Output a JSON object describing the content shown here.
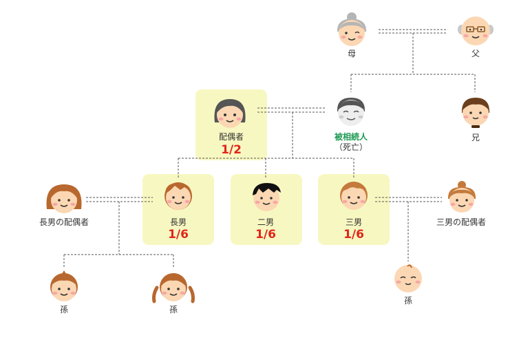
{
  "people": {
    "mother": {
      "label": "母"
    },
    "father": {
      "label": "父"
    },
    "spouse": {
      "label": "配偶者",
      "share": "1/2"
    },
    "deceased": {
      "label": "被相続人",
      "note": "（死亡）"
    },
    "brother": {
      "label": "兄"
    },
    "eldest_son": {
      "label": "長男",
      "share": "1/6"
    },
    "second_son": {
      "label": "二男",
      "share": "1/6"
    },
    "third_son": {
      "label": "三男",
      "share": "1/6"
    },
    "eldest_son_spouse": {
      "label": "長男の配偶者"
    },
    "third_son_spouse": {
      "label": "三男の配偶者"
    },
    "grandchild_1": {
      "label": "孫"
    },
    "grandchild_2": {
      "label": "孫"
    },
    "grandchild_3": {
      "label": "孫"
    }
  },
  "colors": {
    "highlight": "#f7f7c1",
    "share_red": "#e1251b",
    "deceased_green": "#1f9a54",
    "skin": "#fbd7b3",
    "cheek": "#f7a6a6",
    "line": "#555555"
  }
}
